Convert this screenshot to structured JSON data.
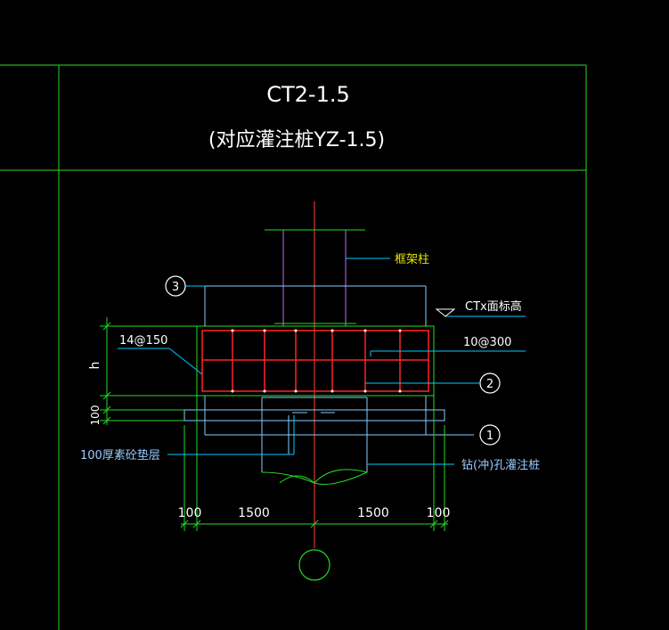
{
  "drawing": {
    "title": "CT2-1.5",
    "subtitle": "(对应灌注桩YZ-1.5)",
    "labels": {
      "frame_column": "框架柱",
      "top_elevation": "CTx面标高",
      "rebar_top": "10@300",
      "rebar_side": "14@150",
      "height": "h",
      "cushion_thickness": "100",
      "cushion_note": "100厚素砼垫层",
      "pile_note": "钻(冲)孔灌注桩"
    },
    "callouts": [
      "3",
      "2",
      "1"
    ],
    "dimensions": [
      "100",
      "1500",
      "1500",
      "100"
    ],
    "colors": {
      "background": "#000000",
      "border": "#22dd22",
      "white_text": "#ffffff",
      "rebar": "#ff2222",
      "outline": "#88ccff",
      "axis": "#ff4444",
      "column": "#cc66ff",
      "label_yellow": "#e6e600",
      "label_blue": "#99ccff",
      "leader": "#00ccff"
    }
  }
}
